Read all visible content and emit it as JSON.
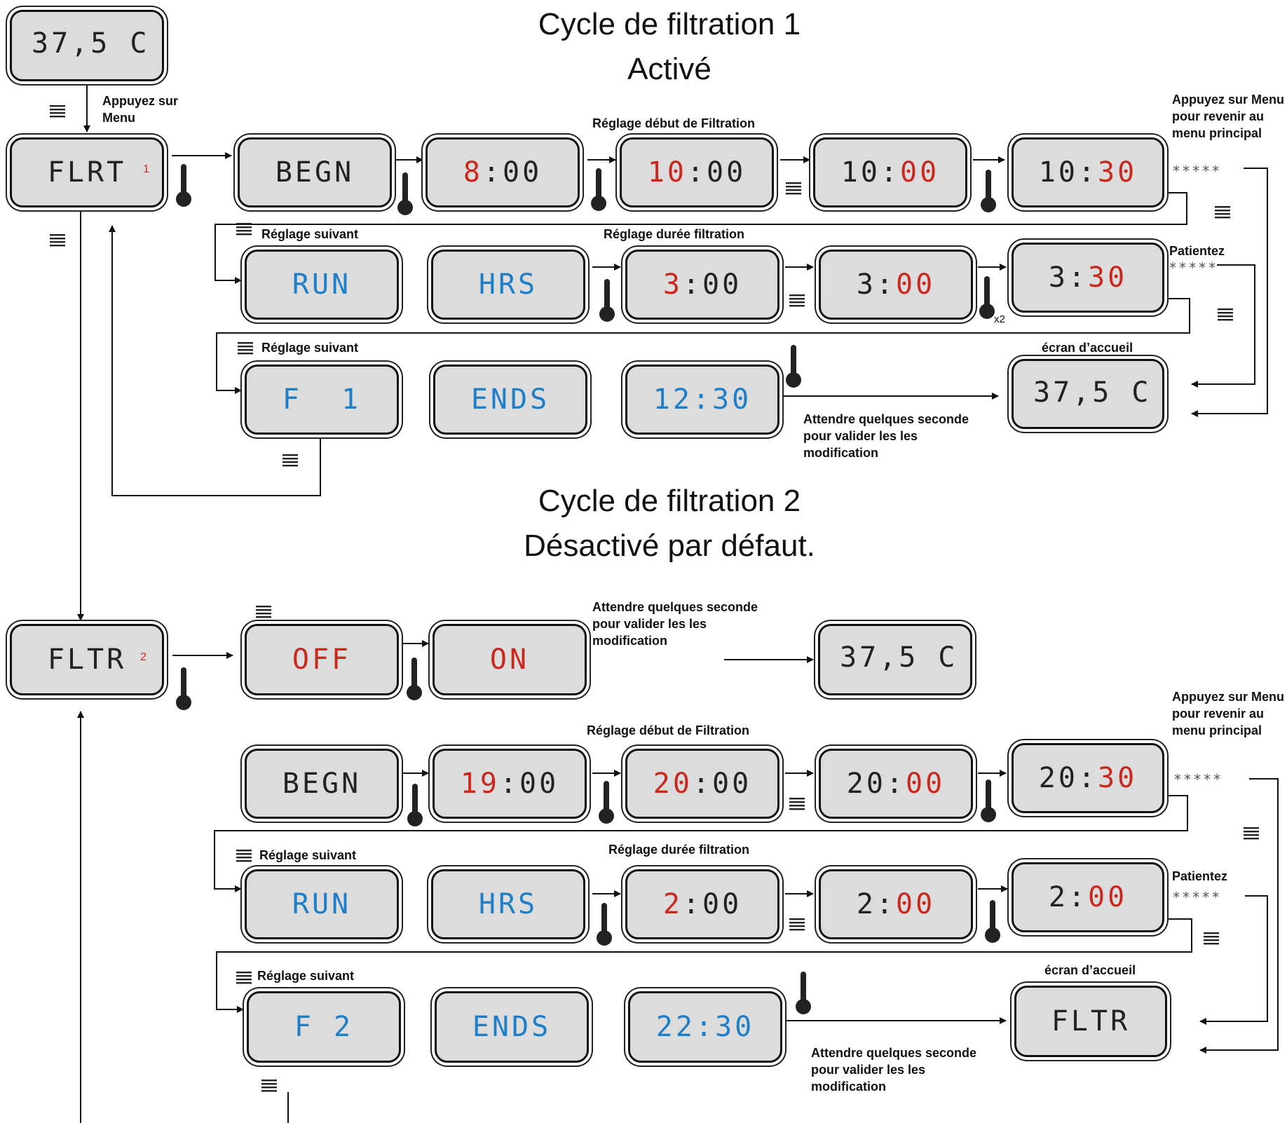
{
  "titles": {
    "cycle1_line1": "Cycle de filtration 1",
    "cycle1_line2": "Activé",
    "cycle2_line1": "Cycle de filtration 2",
    "cycle2_line2": "Désactivé par défaut."
  },
  "screens": {
    "home_temp": "37,5 C",
    "flrt": "FLRT",
    "flrt_badge": "1",
    "fltr": "FLTR",
    "fltr_badge": "2",
    "c1_begin": "BEGN",
    "c1_begin_8_hh": "8",
    "c1_begin_8_mm": ":00",
    "c1_begin_10_hh": "10",
    "c1_begin_10_mm": ":00",
    "c1_begin_10b_hh": "10:",
    "c1_begin_10b_mm": "00",
    "c1_begin_1030_hh": "10:",
    "c1_begin_1030_mm": "30",
    "c1_run": "RUN",
    "c1_hrs": "HRS",
    "c1_dur_3_hh": "3",
    "c1_dur_3_mm": ":00",
    "c1_dur_3b_hh": "3:",
    "c1_dur_3b_mm": "00",
    "c1_dur_330_hh": "3:",
    "c1_dur_330_mm": "30",
    "c1_f": "F  1",
    "c1_ends": "ENDS",
    "c1_end_time": "12:30",
    "c1_home": "37,5 C",
    "c2_off": "OFF",
    "c2_on": "ON",
    "c2_home_temp": "37,5 C",
    "c2_begin": "BEGN",
    "c2_begin_19_hh": "19",
    "c2_begin_19_mm": ":00",
    "c2_begin_20_hh": "20",
    "c2_begin_20_mm": ":00",
    "c2_begin_20b_hh": "20:",
    "c2_begin_20b_mm": "00",
    "c2_begin_2030_hh": "20:",
    "c2_begin_2030_mm": "30",
    "c2_run": "RUN",
    "c2_hrs": "HRS",
    "c2_dur_2_hh": "2",
    "c2_dur_2_mm": ":00",
    "c2_dur_2b_hh": "2:",
    "c2_dur_2b_mm": "00",
    "c2_dur_200_hh": "2:",
    "c2_dur_200_mm": "00",
    "c2_f": "F 2",
    "c2_ends": "ENDS",
    "c2_end_time": "22:30",
    "c2_home": "FLTR"
  },
  "labels": {
    "press_menu": "Appuyez sur\nMenu",
    "c1_start_setting": "Réglage début de Filtration",
    "c1_return_menu": "Appuyez sur Menu\npour revenir au\nmenu principal",
    "c1_next_setting_a": "Réglage suivant",
    "c1_duration_setting": "Réglage durée filtration",
    "c1_wait": "Patientez",
    "c1_x2": "x2",
    "c1_next_setting_b": "Réglage suivant",
    "c1_home_screen": "écran d’accueil",
    "c1_wait_validate": "Attendre quelques seconde\npour valider les les\nmodification",
    "c2_wait_validate_top": "Attendre quelques seconde\npour valider les les\nmodification",
    "c2_start_setting": "Réglage début de Filtration",
    "c2_return_menu": "Appuyez sur Menu\npour revenir au\nmenu principal",
    "c2_next_setting_a": "Réglage suivant",
    "c2_duration_setting": "Réglage durée filtration",
    "c2_wait": "Patientez",
    "c2_next_setting_b": "Réglage suivant",
    "c2_home_screen": "écran d’accueil",
    "c2_wait_validate": "Attendre quelques seconde\npour valider les les\nmodification",
    "stars": "*****"
  },
  "icons": {
    "menu": "menu-lines-icon",
    "temperature": "thermometer-icon"
  },
  "colors": {
    "digit_black": "#222222",
    "digit_red": "#c8281e",
    "digit_blue": "#1e7fc8",
    "lcd_background": "#dcdcdc"
  }
}
